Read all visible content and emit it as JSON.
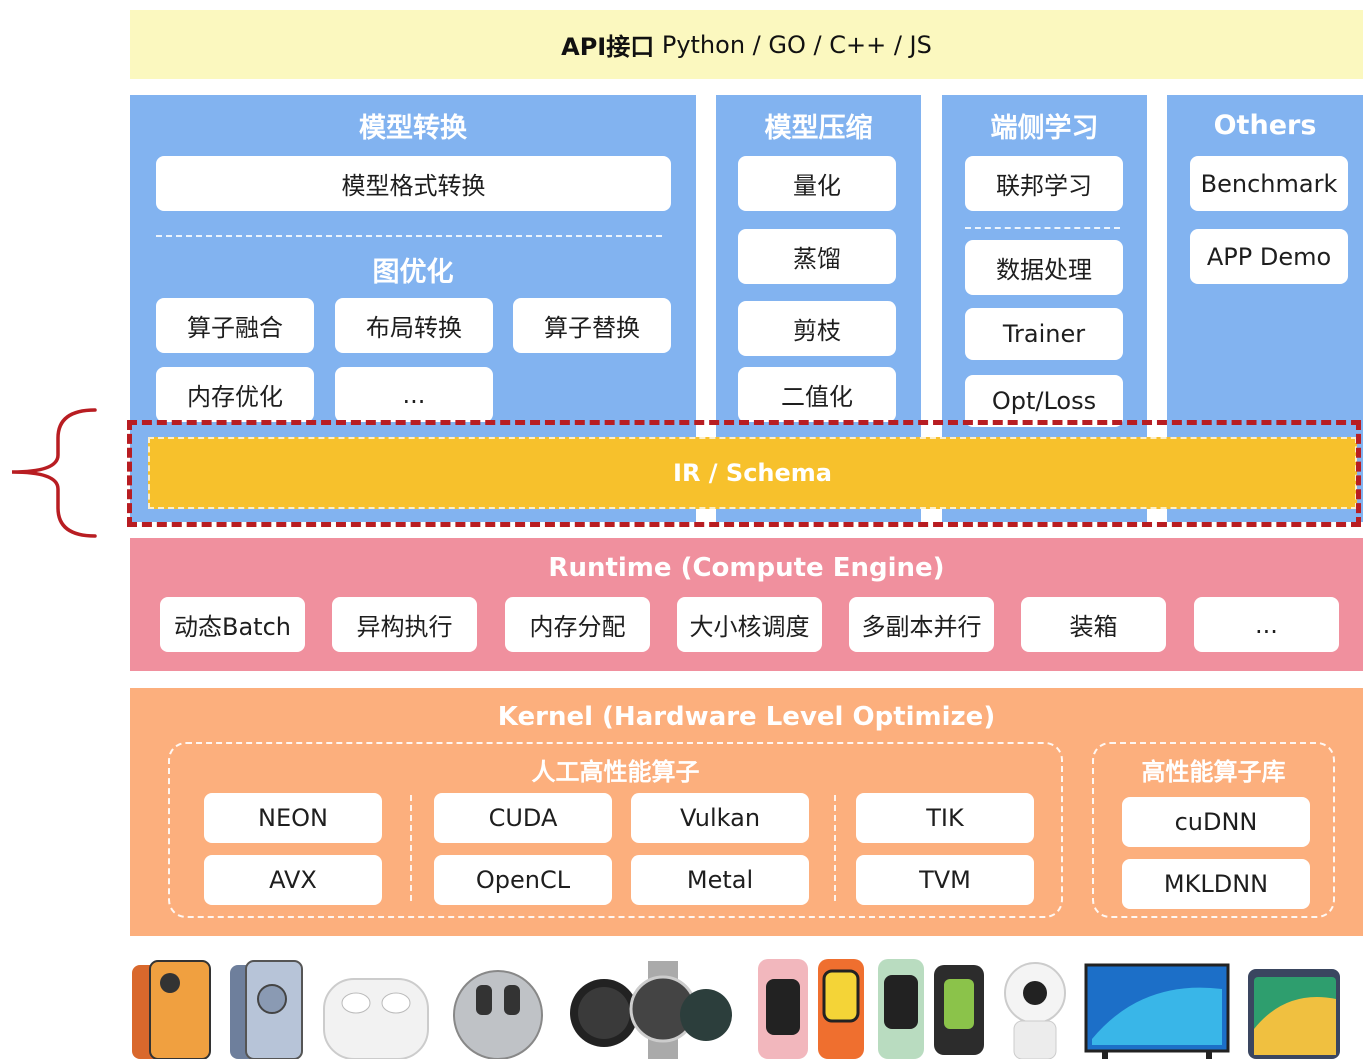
{
  "api": {
    "label_bold": "API接口",
    "label_rest": " Python / GO / C++ / JS"
  },
  "columns": {
    "model_conversion": {
      "title": "模型转换",
      "top_item": "模型格式转换",
      "sub_title": "图优化",
      "items": [
        "算子融合",
        "布局转换",
        "算子替换",
        "内存优化",
        "..."
      ]
    },
    "model_compression": {
      "title": "模型压缩",
      "items": [
        "量化",
        "蒸馏",
        "剪枝",
        "二值化"
      ]
    },
    "on_device_learning": {
      "title": "端侧学习",
      "items": [
        "联邦学习",
        "数据处理",
        "Trainer",
        "Opt/Loss"
      ]
    },
    "others": {
      "title": "Others",
      "items": [
        "Benchmark",
        "APP Demo"
      ]
    }
  },
  "ir": {
    "label": "IR / Schema"
  },
  "runtime": {
    "title": "Runtime (Compute Engine)",
    "items": [
      "动态Batch",
      "异构执行",
      "内存分配",
      "大小核调度",
      "多副本并行",
      "装箱",
      "..."
    ]
  },
  "kernel": {
    "title": "Kernel (Hardware Level Optimize)",
    "handwritten": {
      "title": "人工高性能算子",
      "items": [
        "NEON",
        "AVX",
        "CUDA",
        "OpenCL",
        "Vulkan",
        "Metal",
        "TIK",
        "TVM"
      ]
    },
    "library": {
      "title": "高性能算子库",
      "items": [
        "cuDNN",
        "MKLDNN"
      ]
    }
  },
  "devices": [
    "phone-icon",
    "phone-icon",
    "earbuds-icon",
    "earbuds-icon",
    "smartwatch-icon",
    "smartwatch-icon",
    "fitness-band-icon",
    "camera-icon",
    "tv-icon",
    "tablet-icon"
  ],
  "colors": {
    "api_bg": "#fbf8bf",
    "columns_bg": "#82b3f0",
    "ir_bg": "#f7c12c",
    "ir_highlight_border": "#b81d22",
    "runtime_bg": "#f0909e",
    "kernel_bg": "#fcaf7d"
  }
}
